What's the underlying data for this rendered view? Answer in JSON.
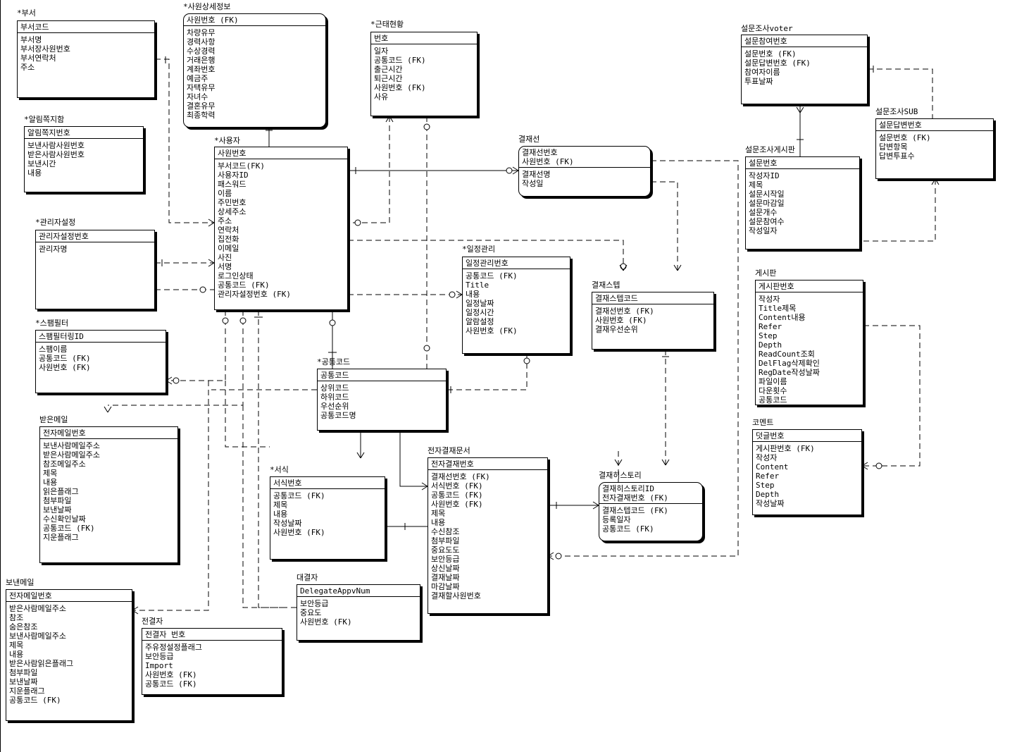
{
  "entities": [
    {
      "id": "dept",
      "title": "*부서",
      "pk": "부서코드",
      "attrs": [
        "부서명",
        "부서장사원번호",
        "부서연락처",
        "주소"
      ]
    },
    {
      "id": "empdetail",
      "title": "*사원상세정보",
      "pk": "사원번호 (FK)",
      "attrs": [
        "차량유무",
        "경력사항",
        "수상경력",
        "거래은행",
        "계좌번호",
        "예금주",
        "자택유무",
        "자녀수",
        "결혼유무",
        "최종학력"
      ]
    },
    {
      "id": "attend",
      "title": "*근태현황",
      "pk": "번호",
      "attrs": [
        "일자",
        "공통코드 (FK)",
        "출근시간",
        "퇴근시간",
        "사원번호 (FK)",
        "사유"
      ]
    },
    {
      "id": "notice",
      "title": "*알림쪽지함",
      "pk": "알림쪽지번호",
      "attrs": [
        "보낸사람사원번호",
        "받은사람사원번호",
        "보낸시간",
        "내용"
      ]
    },
    {
      "id": "user",
      "title": "*사용자",
      "pk": "사원번호",
      "attrs": [
        "부서코드(FK)",
        "사용자ID",
        "패스워드",
        "이름",
        "주민번호",
        "상세주소",
        "주소",
        "연락처",
        "집전화",
        "이메일",
        "사진",
        "서명",
        "로그인상태",
        "공통코드 (FK)",
        "관리자설정번호 (FK)"
      ]
    },
    {
      "id": "admin",
      "title": "*관리자설정",
      "pk": "관리자설정번호",
      "attrs": [
        "관리자명"
      ]
    },
    {
      "id": "spam",
      "title": "*스팸필터",
      "pk": "스팸필터링ID",
      "attrs": [
        "스팸이름",
        "공통코드 (FK)",
        "사원번호 (FK)"
      ]
    },
    {
      "id": "recvmail",
      "title": "받은메일",
      "pk": "전자메일번호",
      "attrs": [
        "보낸사람메일주소",
        "받은사람메일주소",
        "참조메일주소",
        "제목",
        "내용",
        "읽은플래그",
        "첨부파일",
        "보낸날짜",
        "수신확인날짜",
        "공통코드 (FK)",
        "지운플래그"
      ]
    },
    {
      "id": "sentmail",
      "title": "보낸메일",
      "pk": "전자메일번호",
      "attrs": [
        "받은사람메일주소",
        "참조",
        "숨은참조",
        "보낸사람메일주소",
        "제목",
        "내용",
        "받은사람읽은플래그",
        "첨부파일",
        "보낸날짜",
        "지운플래그",
        "공통코드 (FK)"
      ]
    },
    {
      "id": "approvalline",
      "title": "결재선",
      "pk": "결재선번호",
      "pk2": "사원번호 (FK)",
      "attrs": [
        "결재선명",
        "작성일"
      ]
    },
    {
      "id": "schedule",
      "title": "*일정관리",
      "pk": "일정관리번호",
      "attrs": [
        "공통코드 (FK)",
        "Title",
        "내용",
        "일정날짜",
        "일정시간",
        "알람설정",
        "사원번호 (FK)"
      ]
    },
    {
      "id": "common",
      "title": "*공통코드",
      "pk": "공통코드",
      "attrs": [
        "상위코드",
        "하위코드",
        "우선순위",
        "공통코드명"
      ]
    },
    {
      "id": "form",
      "title": "*서식",
      "pk": "서식번호",
      "attrs": [
        "공통코드 (FK)",
        "제목",
        "내용",
        "작성날짜",
        "사원번호 (FK)"
      ]
    },
    {
      "id": "approvalstep",
      "title": "결재스텝",
      "pk": "결재스텝코드",
      "attrs": [
        "결재선번호 (FK)",
        "사원번호 (FK)",
        "결재우선순위"
      ]
    },
    {
      "id": "edoc",
      "title": "전자결재문서",
      "pk": "전자결재번호",
      "attrs": [
        "결재선번호 (FK)",
        "서식번호 (FK)",
        "공통코드 (FK)",
        "사원번호 (FK)",
        "제목",
        "내용",
        "수신참조",
        "첨부파일",
        "중요도도",
        "보안등급",
        "상신날짜",
        "결재날짜",
        "마감날짜",
        "결재할사원번호"
      ]
    },
    {
      "id": "history",
      "title": "결재히스토리",
      "pk": "결재히스토리ID",
      "pk2": "전자결재번호 (FK)",
      "attrs": [
        "결재스텝코드 (FK)",
        "등록일자",
        "공통코드 (FK)"
      ]
    },
    {
      "id": "delegate",
      "title": "대결자",
      "pk": "DelegateAppvNum",
      "attrs": [
        "보안등급",
        "중요도",
        "사원번호 (FK)"
      ]
    },
    {
      "id": "preapprover",
      "title": "전결자",
      "pk": "전결자 번호",
      "attrs": [
        "주유정설정플래그",
        "보안등급",
        "Import",
        "사원번호 (FK)",
        "공통코드 (FK)"
      ]
    },
    {
      "id": "voter",
      "title": "설문조사voter",
      "pk": "설문참여번호",
      "attrs": [
        "설문번호 (FK)",
        "설문답변번호 (FK)",
        "참여자이름",
        "투표날짜"
      ]
    },
    {
      "id": "surveysub",
      "title": "설문조사SUB",
      "pk": "설문답변번호",
      "attrs": [
        "설문번호 (FK)",
        "답변항목",
        "답변투표수"
      ]
    },
    {
      "id": "surveyboard",
      "title": "설문조사게시판",
      "pk": "설문번호",
      "attrs": [
        "작성자ID",
        "제목",
        "설문시작일",
        "설문마감일",
        "설문개수",
        "설문참여수",
        "작성일자"
      ]
    },
    {
      "id": "board",
      "title": "게시판",
      "pk": "게시판번호",
      "attrs": [
        "작성자",
        "Title제목",
        "Content내용",
        "Refer",
        "Step",
        "Depth",
        "ReadCount조회",
        "DelFlag삭제확인",
        "RegDate작성날짜",
        "파일이름",
        "다운횟수",
        "공통코드"
      ]
    },
    {
      "id": "comment",
      "title": "코멘트",
      "pk": "덧글번호",
      "attrs": [
        "게시판번호 (FK)",
        "작성자",
        "Content",
        "Refer",
        "Step",
        "Depth",
        "작성날짜"
      ]
    }
  ]
}
